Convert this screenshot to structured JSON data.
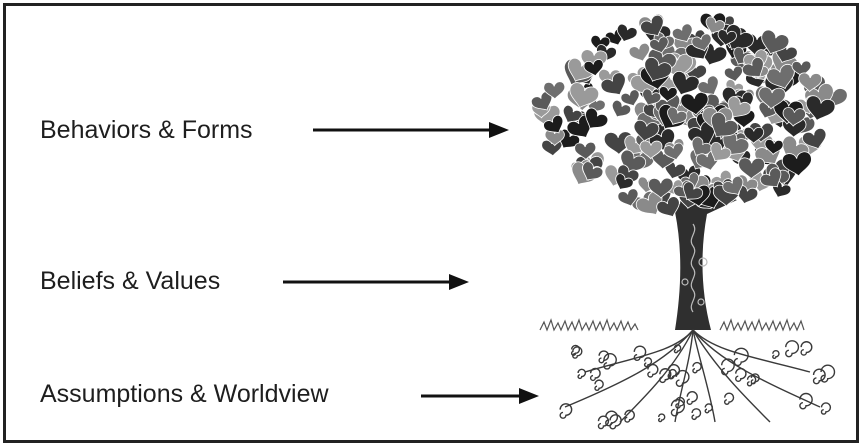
{
  "labels": {
    "top": "Behaviors & Forms",
    "middle": "Beliefs & Values",
    "bottom": "Assumptions & Worldview"
  },
  "colors": {
    "border": "#222222",
    "text": "#1e1e1e",
    "trunk": "#2f2f2f",
    "leaf_dark": "#2a2a2a",
    "leaf_mid": "#5a5a5a",
    "leaf_light": "#8a8a8a",
    "roots": "#3a3a3a"
  },
  "icons": {
    "tree": "tree-illustration",
    "arrow": "right-arrow-icon"
  }
}
